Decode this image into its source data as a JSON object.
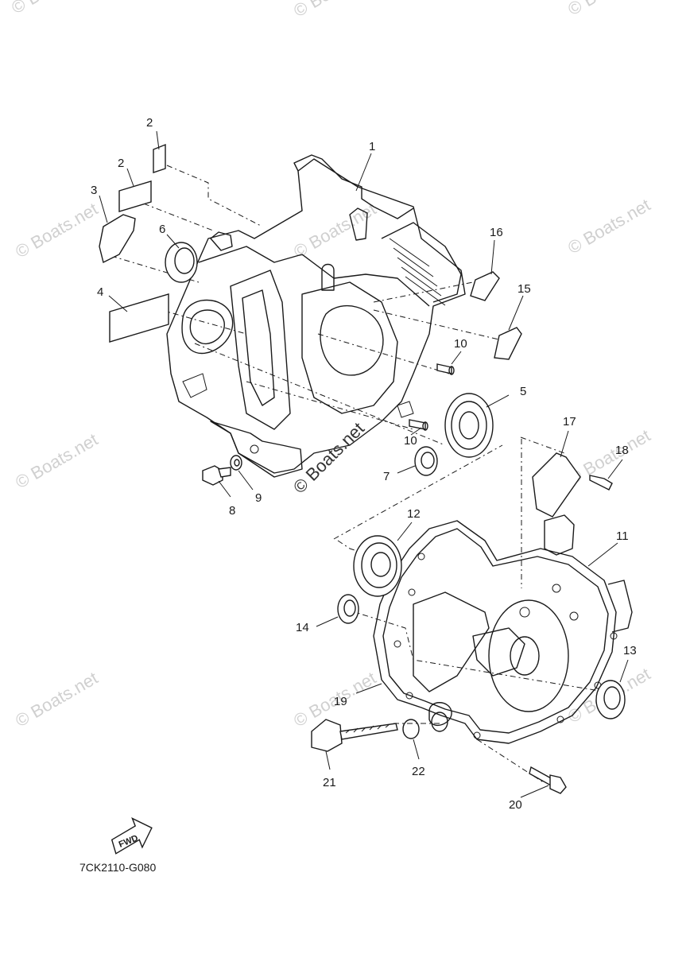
{
  "diagram": {
    "callouts": [
      {
        "id": "1",
        "text": "1"
      },
      {
        "id": "2a",
        "text": "2"
      },
      {
        "id": "2b",
        "text": "2"
      },
      {
        "id": "3",
        "text": "3"
      },
      {
        "id": "4",
        "text": "4"
      },
      {
        "id": "5",
        "text": "5"
      },
      {
        "id": "6",
        "text": "6"
      },
      {
        "id": "7",
        "text": "7"
      },
      {
        "id": "8",
        "text": "8"
      },
      {
        "id": "9",
        "text": "9"
      },
      {
        "id": "10a",
        "text": "10"
      },
      {
        "id": "10b",
        "text": "10"
      },
      {
        "id": "11",
        "text": "11"
      },
      {
        "id": "12",
        "text": "12"
      },
      {
        "id": "13",
        "text": "13"
      },
      {
        "id": "14",
        "text": "14"
      },
      {
        "id": "15",
        "text": "15"
      },
      {
        "id": "16",
        "text": "16"
      },
      {
        "id": "17",
        "text": "17"
      },
      {
        "id": "18",
        "text": "18"
      },
      {
        "id": "19",
        "text": "19"
      },
      {
        "id": "20",
        "text": "20"
      },
      {
        "id": "21",
        "text": "21"
      },
      {
        "id": "22",
        "text": "22"
      }
    ],
    "fwd_label": "FWD",
    "diagram_code": "7CK2110-G080",
    "watermark": "© Boats.net"
  }
}
